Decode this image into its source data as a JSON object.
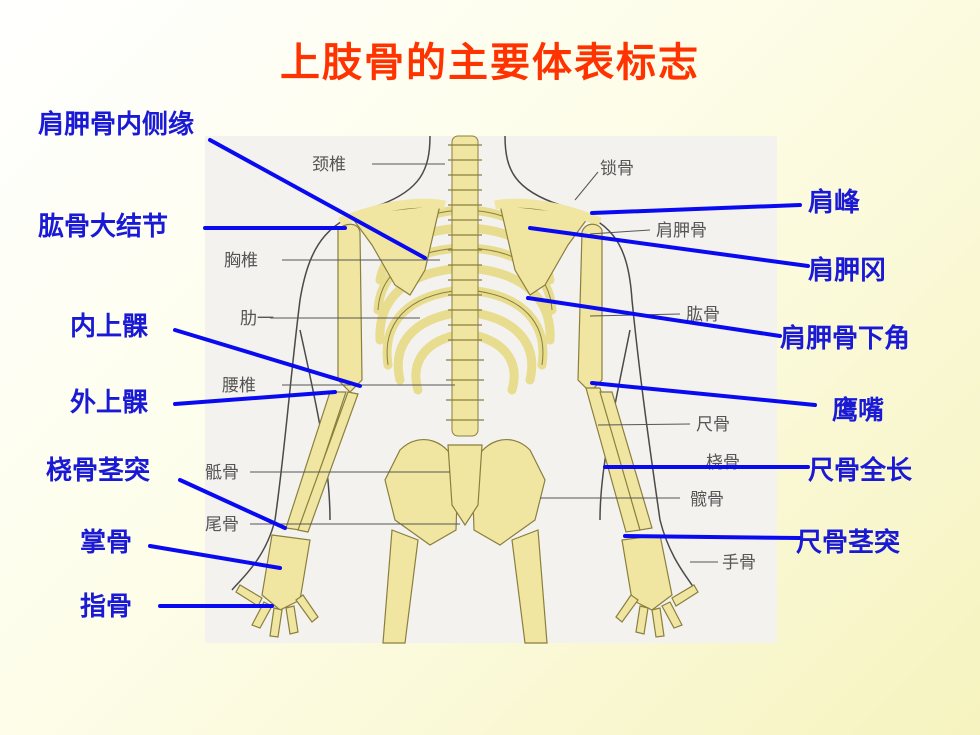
{
  "title": "上肢骨的主要体表标志",
  "colors": {
    "title": "#ff3300",
    "label": "#1a1ad6",
    "leader": "#0a0af0",
    "bone": "#f0e6a2",
    "bone_edge": "#8a7f3c",
    "outline": "#4a4a4a",
    "panel": "#f3f2ee"
  },
  "left_labels": [
    {
      "text": "肩胛骨内侧缘"
    },
    {
      "text": "肱骨大结节"
    },
    {
      "text": "内上髁"
    },
    {
      "text": "外上髁"
    },
    {
      "text": "桡骨茎突"
    },
    {
      "text": "掌骨"
    },
    {
      "text": "指骨"
    }
  ],
  "right_labels": [
    {
      "text": "肩峰"
    },
    {
      "text": "肩胛冈"
    },
    {
      "text": "肩胛骨下角"
    },
    {
      "text": "鹰嘴"
    },
    {
      "text": "尺骨全长"
    },
    {
      "text": "尺骨茎突"
    }
  ],
  "figure_labels": {
    "cervical": "颈椎",
    "clavicle": "锁骨",
    "scapula": "肩胛骨",
    "thoracic": "胸椎",
    "rib1": "肋一",
    "humerus": "肱骨",
    "lumbar": "腰椎",
    "ulna": "尺骨",
    "sacrum": "骶骨",
    "radius": "桡骨",
    "hip": "髋骨",
    "coccyx": "尾骨",
    "hand": "手骨"
  }
}
